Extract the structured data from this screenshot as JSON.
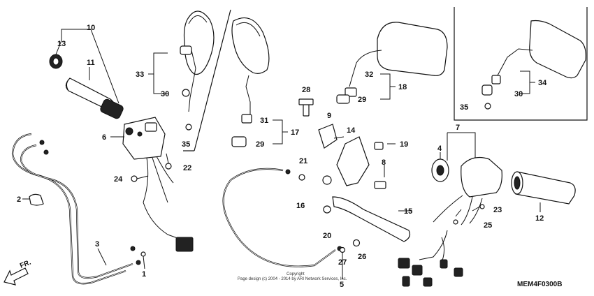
{
  "diagram": {
    "code": "MEM4F0300B",
    "copyright_lines": [
      "Copyright",
      "Page design (c) 2004 - 2014 by ARI Network Services, Inc."
    ],
    "direction_label": "FR.",
    "callouts": {
      "c1": "1",
      "c2": "2",
      "c3": "3",
      "c4": "4",
      "c5": "5",
      "c6": "6",
      "c7": "7",
      "c8": "8",
      "c9": "9",
      "c10": "10",
      "c11": "11",
      "c12": "12",
      "c13": "13",
      "c14": "14",
      "c15": "15",
      "c16": "16",
      "c17": "17",
      "c18": "18",
      "c19": "19",
      "c20": "20",
      "c21": "21",
      "c22": "22",
      "c23": "23",
      "c24": "24",
      "c25": "25",
      "c26": "26",
      "c27": "27",
      "c28": "28",
      "c29a": "29",
      "c29b": "29",
      "c30a": "30",
      "c30b": "30",
      "c31": "31",
      "c32": "32",
      "c33": "33",
      "c34": "34",
      "c35a": "35",
      "c35b": "35"
    }
  }
}
